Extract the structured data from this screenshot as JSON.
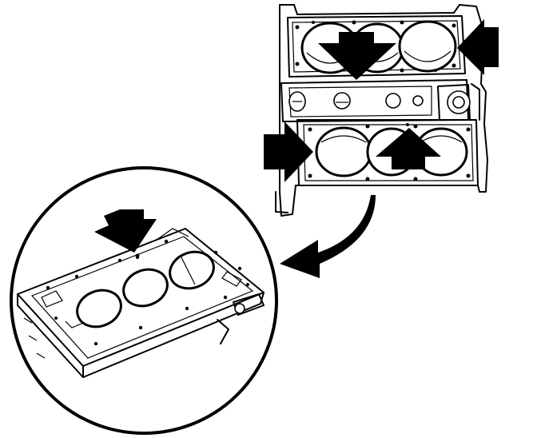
{
  "figure": {
    "type": "technical-illustration",
    "colors": {
      "ink": "#000000",
      "paper": "#ffffff"
    },
    "parts": [
      "engine-block-top-view",
      "cylinder-head-gasket-detail",
      "indicator-arrows",
      "curved-callout-arrow"
    ],
    "arrow_count": 5
  }
}
